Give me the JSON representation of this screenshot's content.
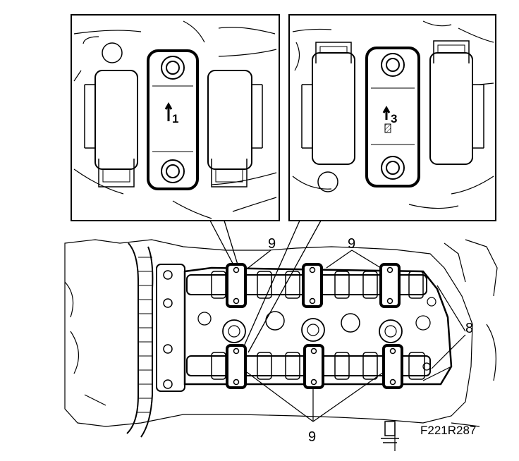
{
  "figure": {
    "code": "F221R287",
    "callouts": {
      "top_left_label": "9",
      "top_right_label": "9",
      "bottom_label": "9",
      "side_label": "8"
    },
    "inset_left": {
      "cap_marking": "1"
    },
    "inset_right": {
      "cap_marking": "3"
    }
  }
}
